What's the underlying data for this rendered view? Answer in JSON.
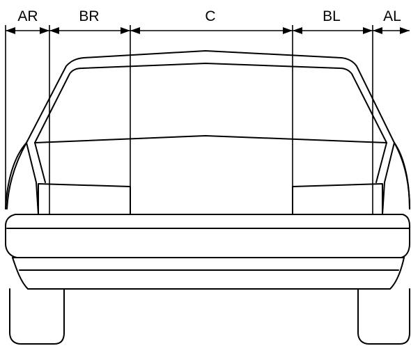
{
  "diagram": {
    "zones": [
      {
        "key": "AR",
        "label": "AR"
      },
      {
        "key": "BR",
        "label": "BR"
      },
      {
        "key": "C",
        "label": "C"
      },
      {
        "key": "BL",
        "label": "BL"
      },
      {
        "key": "AL",
        "label": "AL"
      }
    ],
    "colors": {
      "stroke": "#000000",
      "background": "#ffffff"
    }
  }
}
